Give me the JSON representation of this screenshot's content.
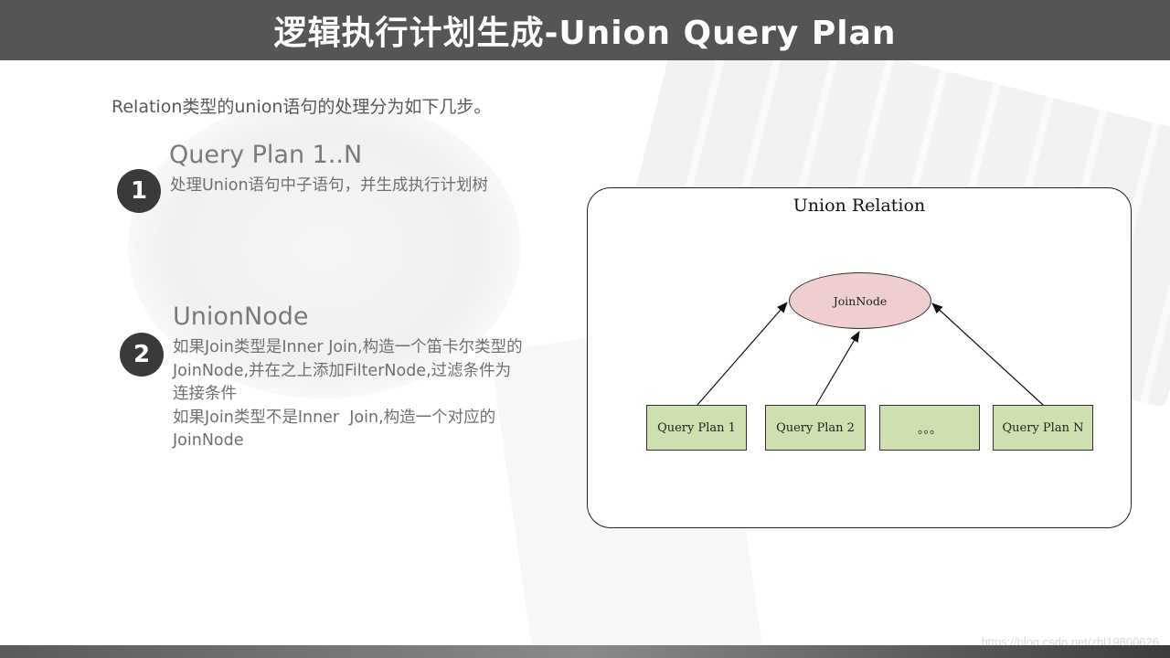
{
  "slide": {
    "title": "逻辑执行计划生成-Union Query Plan",
    "intro": "Relation类型的union语句的处理分为如下几步。"
  },
  "steps": [
    {
      "number": "1",
      "heading": "Query Plan 1..N",
      "lines": [
        "处理Union语句中子语句，并生成执行计划树"
      ]
    },
    {
      "number": "2",
      "heading": "UnionNode",
      "lines": [
        "如果Join类型是Inner Join,构造一个笛卡尔类型的",
        "JoinNode,并在之上添加FilterNode,过滤条件为",
        "连接条件",
        "如果Join类型不是Inner  Join,构造一个对应的",
        "JoinNode"
      ]
    }
  ],
  "diagram": {
    "title": "Union Relation",
    "root": "JoinNode",
    "children": [
      "Query Plan 1",
      "Query Plan 2",
      "。。。",
      "Query Plan N"
    ],
    "colors": {
      "root_fill": "#eecece",
      "child_fill": "#cfe0b0",
      "line": "#111111"
    }
  },
  "watermark": "https://blog.csdn.net/zhl19800626"
}
